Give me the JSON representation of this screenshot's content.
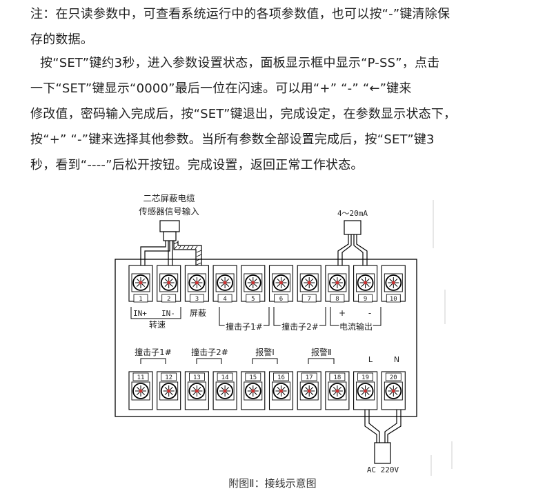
{
  "text": {
    "note_lines": [
      "注：在只读参数中，可查看系统运行中的各项参数值，也可以按“-”键清除保",
      "存的数据。"
    ],
    "para_lines": [
      "按“SET”键约3秒，进入参数设置状态，面板显示框中显示“P-SS”，点击",
      "一下“SET”键显示“0000”最后一位在闪速。可以用“+”  “-”  “←”键来",
      "修改值，密码输入完成后，按“SET”键退出，完成设定，在参数显示状态下，",
      "按“+”  “-”键来选择其他参数。当所有参数全部设置完成后，按“SET”键3",
      "秒，看到“----”后松开按钮。完成设置，返回正常工作状态。"
    ]
  },
  "diagram": {
    "sensor_label_1": "二芯屏蔽电缆",
    "sensor_label_2": "传感器信号输入",
    "current_label": "4～20mA",
    "top_terminal_numbers": [
      "1",
      "2",
      "3",
      "4",
      "5",
      "6",
      "7",
      "8",
      "9",
      "10"
    ],
    "bottom_terminal_numbers": [
      "11",
      "12",
      "13",
      "14",
      "15",
      "16",
      "17",
      "18",
      "19",
      "20"
    ],
    "in_plus": "IN+",
    "in_minus": "IN-",
    "speed": "转速",
    "shield": "屏蔽",
    "striker1_top": "撞击子1#",
    "striker2_top": "撞击子2#",
    "plus": "+",
    "minus": "-",
    "current_out": "电流输出",
    "striker1_bottom": "撞击子1#",
    "striker2_bottom": "撞击子2#",
    "alarm1": "报警Ⅰ",
    "alarm2": "报警Ⅱ",
    "L": "L",
    "N": "N",
    "ac": "AC 220V"
  },
  "caption": "附图Ⅱ：接线示意图"
}
